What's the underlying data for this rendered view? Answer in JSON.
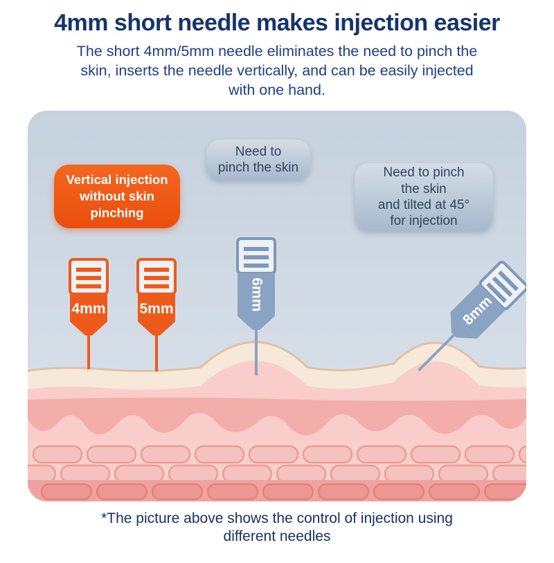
{
  "title": "4mm short needle makes injection easier",
  "subtitle": "The short 4mm/5mm needle eliminates the need to pinch the\nskin, inserts the needle vertically, and can be easily injected\nwith one hand.",
  "panel": {
    "badge_vertical": "Vertical injection\nwithout skin\npinching",
    "badge_pinch": "Need to\npinch the skin",
    "badge_pinch_45": "Need to pinch\nthe skin\nand tilted at 45°\nfor injection",
    "needles": [
      {
        "label": "4mm",
        "style": "orange",
        "orientation": "vertical"
      },
      {
        "label": "5mm",
        "style": "orange",
        "orientation": "vertical"
      },
      {
        "label": "6mm",
        "style": "blue",
        "orientation": "vertical"
      },
      {
        "label": "8mm",
        "style": "blue",
        "orientation": "tilted-45"
      }
    ]
  },
  "caption": "*The picture above shows the control of injection using\ndifferent needles",
  "colors": {
    "title_navy": "#16336b",
    "accent_orange": "#ee5a1b",
    "needle_blue": "#8aa3c2",
    "badge_blue_top": "#d4dde7",
    "badge_blue_bottom": "#a8b9ca",
    "panel_bg_top": "#c5d1de",
    "panel_bg_bottom": "#dae2ea",
    "skin_cream": "#f7e9d9",
    "skin_pink": "#f9cdc9",
    "skin_pink_wave": "#f3adaa",
    "skin_cell_band": "#f8d0ca",
    "skin_bottom_band": "#efa3a0"
  }
}
